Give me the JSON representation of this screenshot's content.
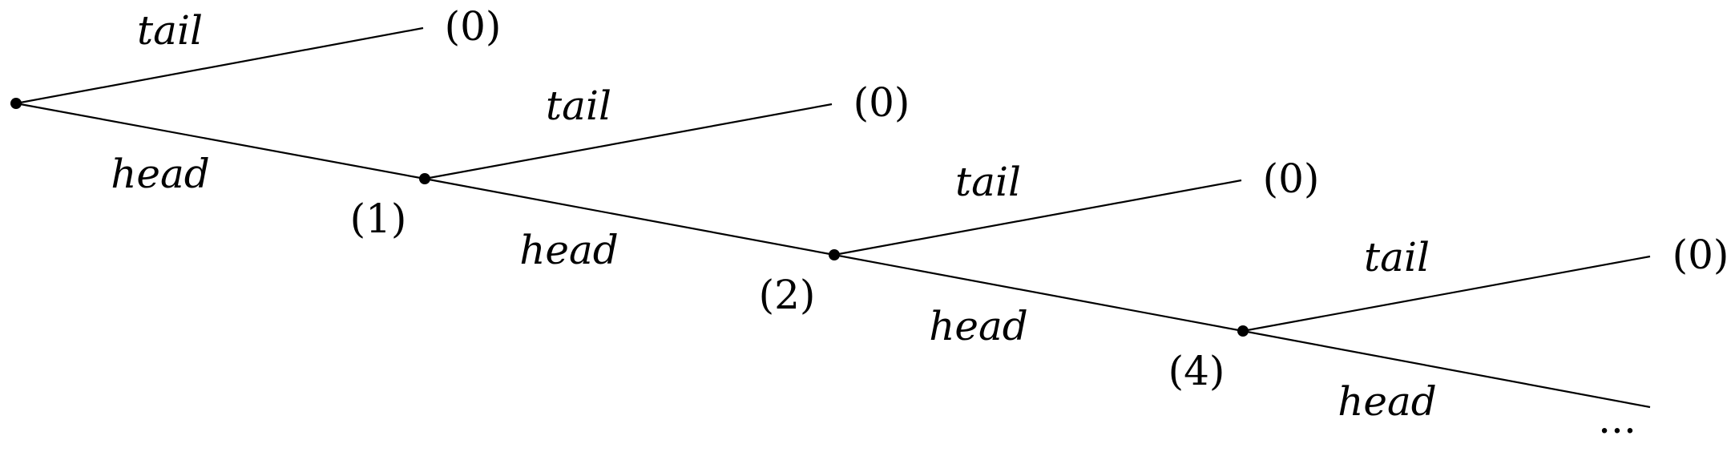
{
  "branch_labels": {
    "tail": "tail",
    "head": "head"
  },
  "leaf_value": "(0)",
  "node_values": [
    "(1)",
    "(2)",
    "(4)"
  ],
  "continuation": "...",
  "colors": {
    "line": "#000000",
    "text": "#000000",
    "background": "#ffffff"
  }
}
